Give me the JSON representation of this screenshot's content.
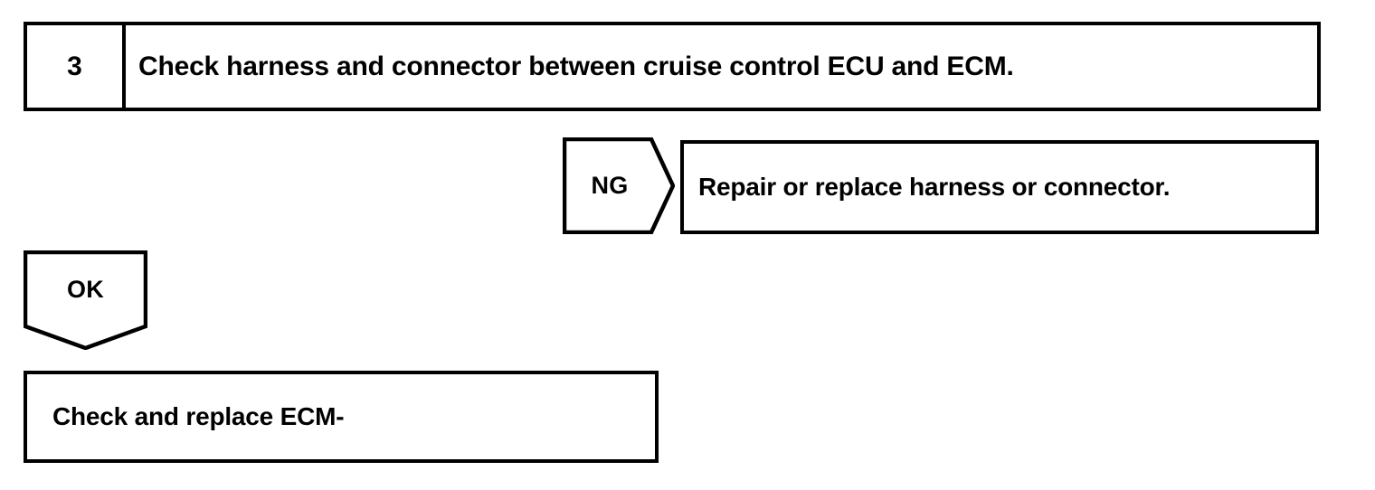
{
  "page": {
    "kind": "diagnostic-flowchart",
    "stroke_color": "#000000",
    "background_color": "#ffffff"
  },
  "step": {
    "number": "3",
    "instruction": "Check harness and connector between cruise control ECU and ECM."
  },
  "branches": [
    {
      "result_label": "NG",
      "arrow_direction": "right",
      "action": "Repair or replace harness or connector."
    },
    {
      "result_label": "OK",
      "arrow_direction": "down",
      "action": "Check and replace ECM-"
    }
  ]
}
